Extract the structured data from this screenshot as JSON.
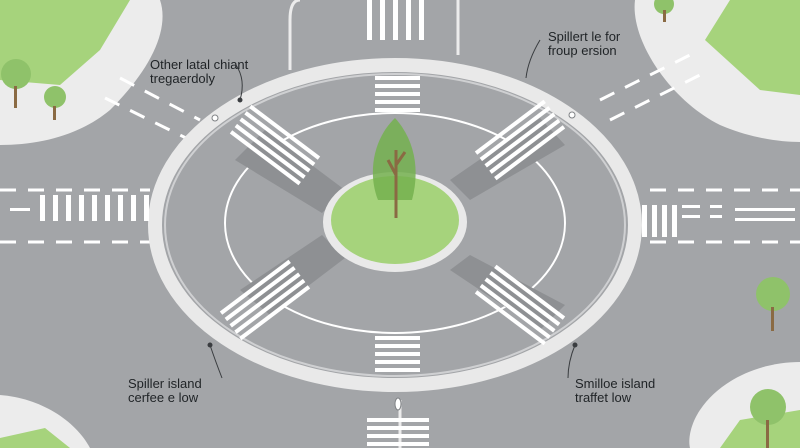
{
  "diagram": {
    "labels": {
      "top_left": [
        "Other latal chiant",
        "tregaerdoly"
      ],
      "top_right": [
        "Spillert le for",
        "froup ersion"
      ],
      "bottom_left": [
        "Spiller island",
        "cerfee e low"
      ],
      "bottom_right": [
        "Smilloe island",
        "traffet low"
      ]
    }
  },
  "colors": {
    "asphalt": "#a3a5a8",
    "grass": "#a6d37c",
    "tree_canopy": "#8fc26a",
    "trunk": "#8a6a43",
    "curb": "#e9e9e9",
    "marking": "#ffffff"
  }
}
